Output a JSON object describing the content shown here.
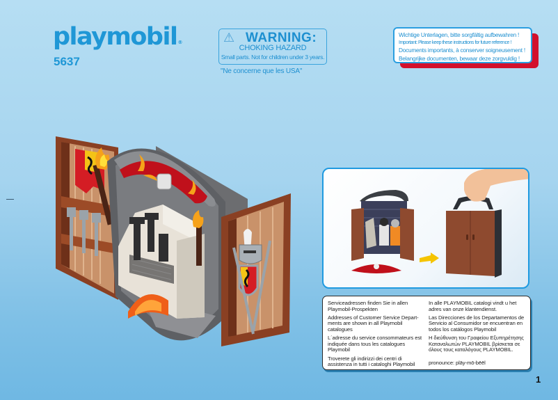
{
  "header": {
    "brand": "playmobil",
    "registered_mark": "®",
    "product_number": "5637"
  },
  "warning": {
    "icon": "warning-triangle-icon",
    "icon_glyph": "⚠",
    "title": "WARNING:",
    "subtitle": "CHOKING HAZARD",
    "detail": "Small parts. Not for children under 3 years.",
    "note": "\"Ne concerne que les USA\""
  },
  "keep_notice": {
    "lines": [
      "Wichtige Unterlagen, bitte sorgfältig aufbewahren !",
      "Important: Please keep these instructions for future reference !",
      "Documents importants, à conserver soigneusement !",
      "Belangrijke documenten, bewaar deze zorgvuldig !"
    ],
    "accent_color": "#d2102c",
    "border_color": "#2a9ee0"
  },
  "illustration": {
    "alt": "Playset open with figures, arrow, then closed carry case held by handle",
    "arrow_color": "#f5c400",
    "case_color": "#8e4a2f"
  },
  "service": {
    "left": [
      "Serviceadressen finden Sie in allen Playmobil-Prospekten",
      "Addresses of Customer Service Depart-ments are shown in all Playmobil catalogues",
      "L´adresse du service consommateurs est indiquée dans tous les catalogues Playmobil",
      "Troverete gli indirizzi dei centri di assistenza in tutti i cataloghi Playmobil"
    ],
    "right": [
      "In alle PLAYMOBIL catalogi vindt u het adres van onze klantendienst.",
      "Las Direcciones de los Departamentos de Servicio al Consumidor se encuentran en todos los catálogos Playmobil",
      "Η διεύθυνση του Γραφείου Εξυπηρέτησης Καταναλωτών PLAYMOBIL βρίσκεται σε όλους τους καταλόγους PLAYMOBIL."
    ],
    "pronounce": "pronounce: plāy-mō-bēēl"
  },
  "page": {
    "number": "1"
  },
  "colors": {
    "brand_blue": "#1f97d6",
    "background_top": "#b6def3",
    "background_bottom": "#6fb8e3"
  }
}
